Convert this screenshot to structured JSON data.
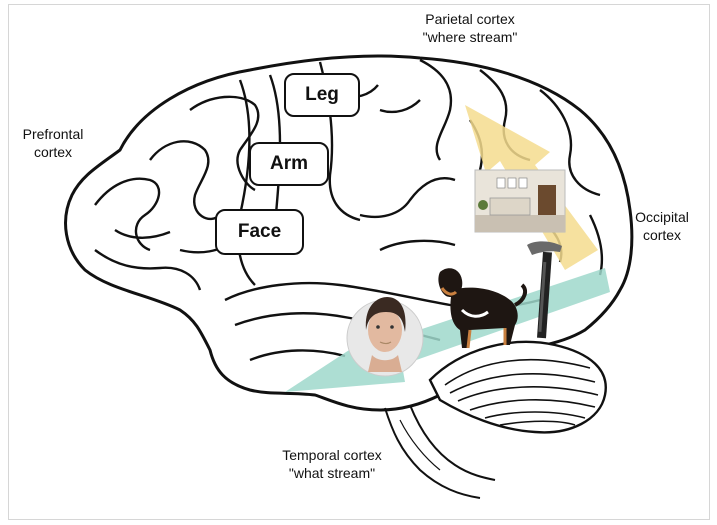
{
  "labels": {
    "prefrontal": "Prefrontal\ncortex",
    "parietal_title": "Parietal cortex",
    "parietal_sub": "\"where stream\"",
    "occipital": "Occipital\ncortex",
    "temporal_title": "Temporal cortex",
    "temporal_sub": "\"what stream\""
  },
  "body_map": {
    "leg": "Leg",
    "arm": "Arm",
    "face": "Face"
  },
  "colors": {
    "where_stream": "#f4dc8e",
    "what_stream": "#9fd8cb",
    "outline": "#111111"
  },
  "icons": {
    "face_photo": "face-photo-icon",
    "dog_photo": "dog-photo-icon",
    "hammer_photo": "hammer-photo-icon",
    "room_photo": "room-photo-icon"
  }
}
